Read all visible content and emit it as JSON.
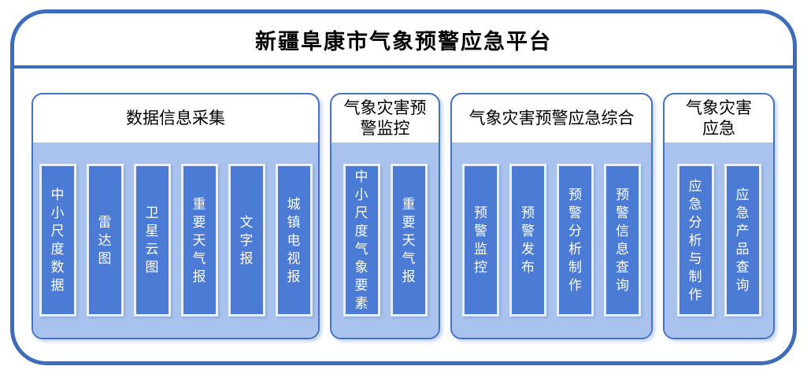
{
  "title": "新疆阜康市气象预警应急平台",
  "colors": {
    "frame-border": "#3e6cbd",
    "group-border": "#4472c4",
    "group-body": "#a9c3ee",
    "module-fill": "#4b7bd5",
    "module-border": "#e9f0fa",
    "title-color": "#000000",
    "module-text": "#ffffff"
  },
  "groups": [
    {
      "name": "数据信息采集",
      "items": [
        "中小尺度数据",
        "雷达图",
        "卫星云图",
        "重要天气报",
        "文字报",
        "城镇电视报"
      ]
    },
    {
      "name": "气象灾害预警监控",
      "items": [
        "中小尺度气象要素",
        "重要天气报"
      ]
    },
    {
      "name": "气象灾害预警应急综合",
      "items": [
        "预警监控",
        "预警发布",
        "预警分析制作",
        "预警信息查询"
      ]
    },
    {
      "name": "气象灾害应急",
      "items": [
        "应急分析与制作",
        "应急产品查询"
      ]
    }
  ]
}
